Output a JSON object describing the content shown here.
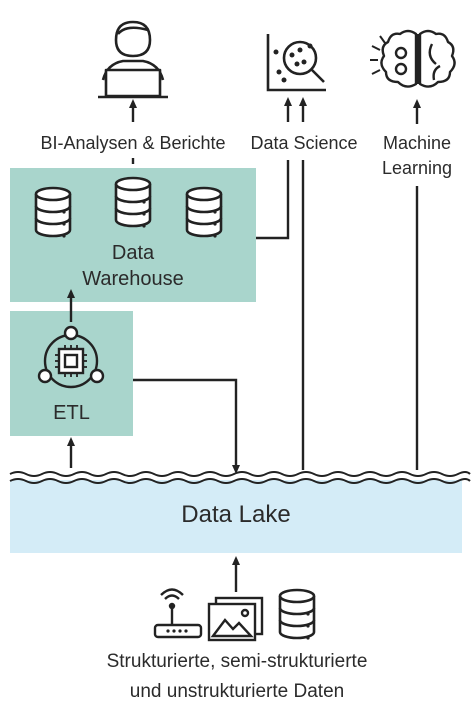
{
  "colors": {
    "teal_box": "#a9d5cc",
    "lake_fill": "#d4ecf7",
    "ink": "#2b2b2b",
    "line": "#222222"
  },
  "icons": [
    "user-laptop-icon",
    "data-science-chart-icon",
    "brain-gears-icon",
    "database-icon",
    "etl-chip-icon",
    "router-icon",
    "image-icon",
    "database-source-icon"
  ],
  "labels": {
    "bi": "BI-Analysen & Berichte",
    "ds": "Data Science",
    "ml_line1": "Machine",
    "ml_line2": "Learning",
    "dw_line1": "Data",
    "dw_line2": "Warehouse",
    "etl": "ETL",
    "lake": "Data Lake",
    "sources_line1": "Strukturierte, semi-strukturierte",
    "sources_line2": "und unstrukturierte Daten"
  }
}
